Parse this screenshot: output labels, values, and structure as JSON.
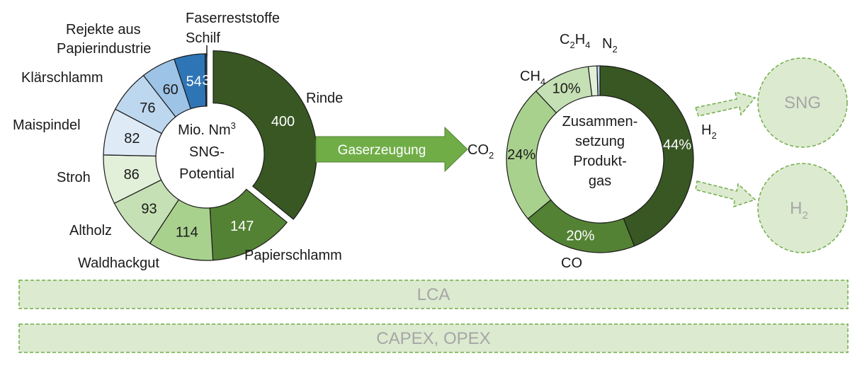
{
  "donut1": {
    "center": [
      "Mio. Nm",
      "3",
      "SNG-",
      "Potential"
    ],
    "segments": [
      {
        "value": 400,
        "label": "Rinde",
        "color": "#385723",
        "vcolor": "#ffffff"
      },
      {
        "value": 147,
        "label": "Papierschlamm",
        "color": "#548235",
        "vcolor": "#ffffff"
      },
      {
        "value": 114,
        "label": "Waldhackgut",
        "color": "#a9d18e",
        "vcolor": "#1a1a1a"
      },
      {
        "value": 93,
        "label": "Altholz",
        "color": "#c5e0b4",
        "vcolor": "#1a1a1a"
      },
      {
        "value": 86,
        "label": "Stroh",
        "color": "#e2f0d9",
        "vcolor": "#1a1a1a"
      },
      {
        "value": 82,
        "label": "Maispindel",
        "color": "#deebf7",
        "vcolor": "#1a1a1a"
      },
      {
        "value": 76,
        "label": "Klärschlamm",
        "color": "#bdd7ee",
        "vcolor": "#1a1a1a"
      },
      {
        "value": 60,
        "label": "Rejekte aus Papierindustrie",
        "color": "#9dc3e6",
        "vcolor": "#1a1a1a"
      },
      {
        "value": 54,
        "label": "Schilf",
        "color": "#2e75b6",
        "vcolor": "#ffffff"
      },
      {
        "value": 3,
        "label": "Faserreststoffe",
        "color": "#1f4e79",
        "vcolor": "#ffffff"
      }
    ],
    "label_lines": {
      "rejekte": [
        "Rejekte aus",
        "Papierindustrie"
      ]
    }
  },
  "arrow_label": "Gaserzeugung",
  "donut2": {
    "center": [
      "Zusammen-",
      "setzung",
      "Produkt-",
      "gas"
    ],
    "segments": [
      {
        "share": 44,
        "value_label": "44%",
        "name": "H",
        "sub": "2",
        "color": "#385723"
      },
      {
        "share": 20,
        "value_label": "20%",
        "name": "CO",
        "sub": "",
        "color": "#548235"
      },
      {
        "share": 24,
        "value_label": "24%",
        "name": "CO",
        "sub": "2",
        "color": "#a9d18e"
      },
      {
        "share": 10,
        "value_label": "10%",
        "name": "CH",
        "sub": "4",
        "color": "#c5e0b4"
      },
      {
        "share": 1.5,
        "value_label": "",
        "name": "C2H4",
        "sub": "",
        "color": "#e2f0d9"
      },
      {
        "share": 0.5,
        "value_label": "",
        "name": "N2",
        "sub": "",
        "color": "#bdd7ee"
      }
    ],
    "c2h4": {
      "a": "C",
      "b": "2",
      "c": "H",
      "d": "4"
    },
    "n2": {
      "a": "N",
      "b": "2"
    }
  },
  "products": {
    "sng": "SNG",
    "h2": {
      "a": "H",
      "b": "2"
    }
  },
  "bars": {
    "lca": "LCA",
    "capex": "CAPEX, OPEX"
  },
  "colors": {
    "dashed_fill": "#dcead0",
    "dashed_stroke": "#70ad47",
    "product_text": "#a6a6a6",
    "arrow_fill": "#70ad47"
  }
}
